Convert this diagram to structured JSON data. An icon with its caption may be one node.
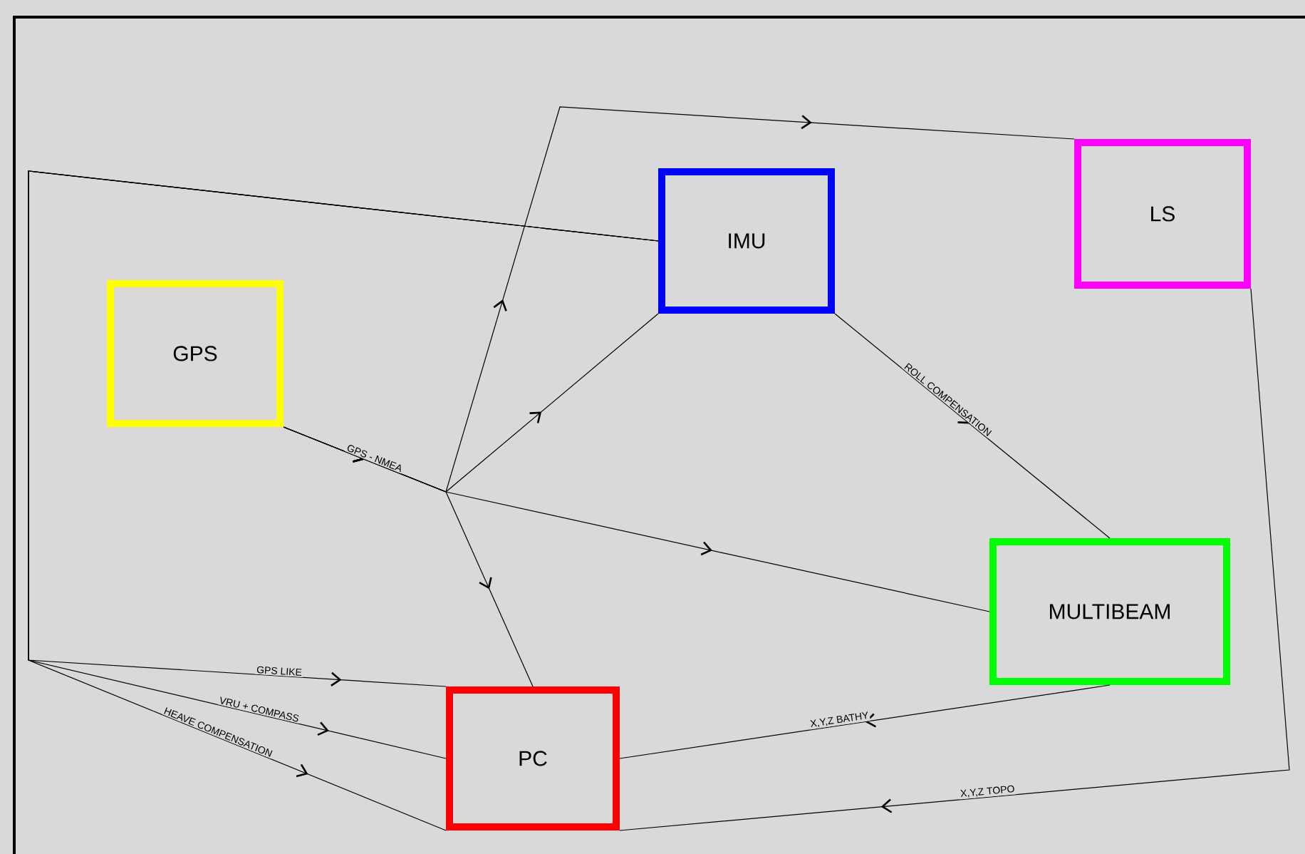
{
  "diagram": {
    "nodes": [
      {
        "text": [
          "GPS"
        ]
      },
      {
        "text": [
          "IMU"
        ]
      },
      {
        "text": [
          "LS"
        ]
      },
      {
        "text": [
          "MULTIBEAM"
        ]
      },
      {
        "text": [
          "PC"
        ]
      }
    ],
    "edges": [
      {
        "from": 0,
        "to": 1,
        "arrow": "to",
        "label": "GPS - NMEA"
      },
      {
        "from": 0,
        "to": 2,
        "arrow": "to"
      },
      {
        "from": 0,
        "to": 4,
        "arrow": "to"
      },
      {
        "from": 0,
        "to": 3,
        "arrow": "to"
      },
      {
        "from": 1,
        "to": 3,
        "arrow": "to",
        "label": "ROLL COMPENSATION"
      },
      {
        "from": 1,
        "to": 4,
        "arrow": "to",
        "label": "GPS LIKE"
      },
      {
        "from": 1,
        "to": 4,
        "arrow": "to",
        "label": "VRU + COMPASS"
      },
      {
        "from": 1,
        "to": 4,
        "arrow": "to",
        "label": "HEAVE COMPENSATION"
      },
      {
        "from": 3,
        "to": 4,
        "arrow": "to",
        "label": "X,Y,Z BATHY"
      },
      {
        "from": 2,
        "to": 4,
        "arrow": "to",
        "label": "X,Y,Z TOPO"
      }
    ]
  }
}
